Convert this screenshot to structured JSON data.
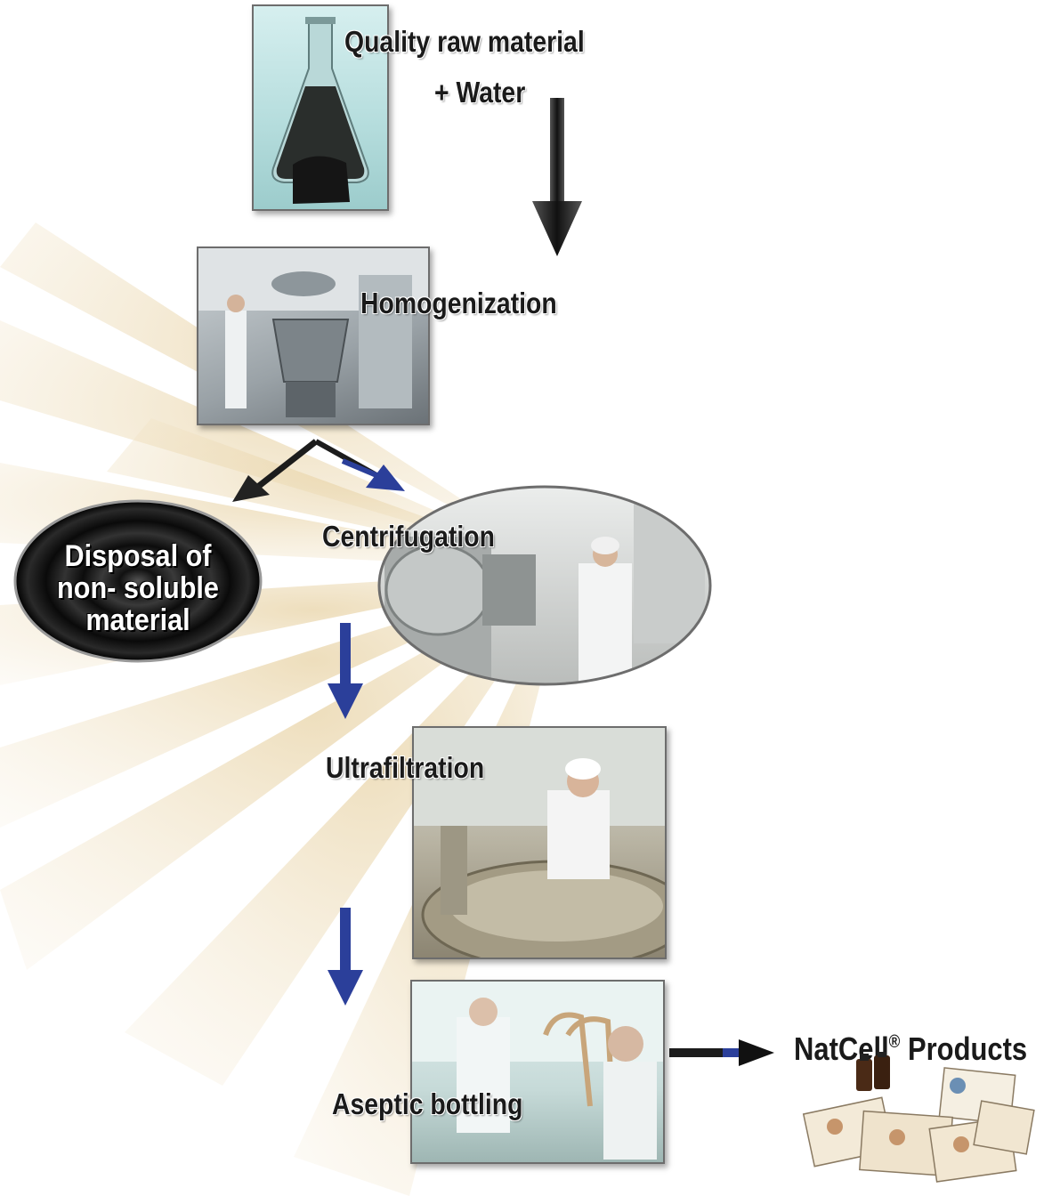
{
  "steps": {
    "raw": {
      "line1": "Quality raw material",
      "line2": "+ Water"
    },
    "homogenization": "Homogenization",
    "centrifugation": "Centrifugation",
    "disposal": {
      "line1": "Disposal of",
      "line2": "non- soluble",
      "line3": "material"
    },
    "ultrafiltration": "Ultrafiltration",
    "bottling": "Aseptic bottling",
    "products": {
      "brand": "NatCell",
      "mark": "®",
      "suffix": " Products"
    }
  },
  "colors": {
    "arrow_dark": "#1c1c1c",
    "arrow_blue": "#2b3f9a",
    "background_rays": "#ead7ad"
  }
}
